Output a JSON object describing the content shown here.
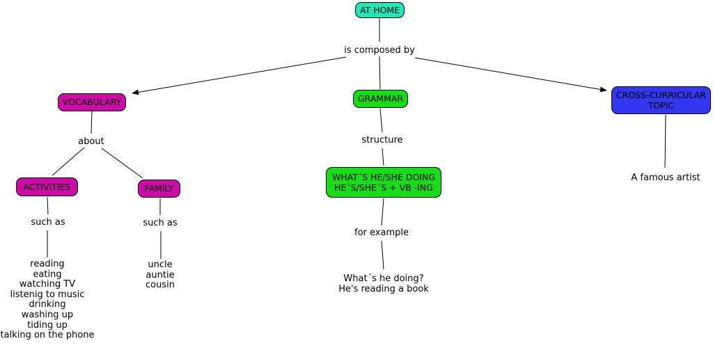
{
  "diagram": {
    "title": "AT HOME concept map",
    "colors": {
      "at_home": "#21E7BA",
      "magenta": "#C90DA6",
      "green": "#18DC18",
      "blue": "#3437EF"
    },
    "nodes": {
      "at_home": {
        "label": "AT HOME",
        "color": "#21E7BA"
      },
      "vocabulary": {
        "label": "VOCABULARY",
        "color": "#C90DA6"
      },
      "grammar": {
        "label": "GRAMMAR",
        "color": "#18DC18"
      },
      "cross_curricular": {
        "label": "CROSS-CURRICULAR TOPIC",
        "color": "#3437EF"
      },
      "activities": {
        "label": "ACTIVITIES",
        "color": "#C90DA6"
      },
      "family": {
        "label": "FAMILY",
        "color": "#C90DA6"
      },
      "structure": {
        "line1": "WHAT´S HE/SHE DOING",
        "line2": "HE´S/SHE´S + VB -ING",
        "color": "#18DC18"
      }
    },
    "links": {
      "is_composed_by": "is composed by",
      "about": "about",
      "such_as_activities": "such as",
      "such_as_family": "such as",
      "structure": "structure",
      "for_example": "for example"
    },
    "leaves": {
      "activities_list": [
        "reading",
        "eating",
        "watching TV",
        "listenig to music",
        "drinking",
        "washing up",
        "tiding up",
        "talking on the phone"
      ],
      "family_list": [
        "uncle",
        "auntie",
        "cousin"
      ],
      "famous_artist": "A famous artist",
      "example_line1": "What´s he doing?",
      "example_line2": "He's reading a book"
    }
  }
}
